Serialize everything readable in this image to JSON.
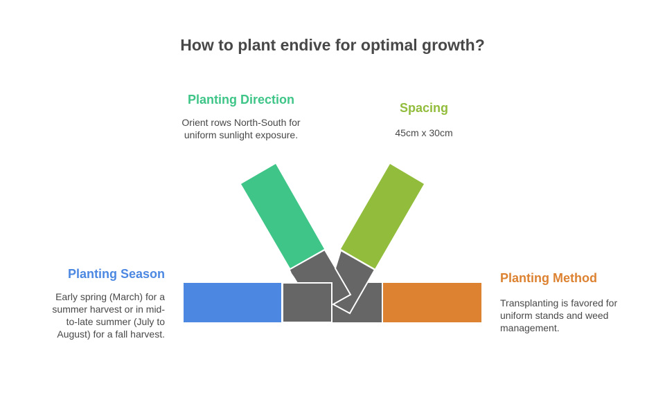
{
  "title": "How to plant endive for optimal growth?",
  "colors": {
    "planting_direction": "#3EC587",
    "spacing": "#92BC3C",
    "planting_season": "#4C88E2",
    "planting_method": "#DC8231",
    "connector": "#666666",
    "text": "#484848"
  },
  "sections": {
    "planting_direction": {
      "label": "Planting Direction",
      "description": "Orient rows North-South for uniform sunlight exposure."
    },
    "spacing": {
      "label": "Spacing",
      "description": "45cm x 30cm"
    },
    "planting_season": {
      "label": "Planting Season",
      "description": "Early spring (March) for a summer harvest or in mid-to-late summer (July to August) for a fall harvest."
    },
    "planting_method": {
      "label": "Planting Method",
      "description": "Transplanting is favored for uniform stands and weed management."
    }
  }
}
